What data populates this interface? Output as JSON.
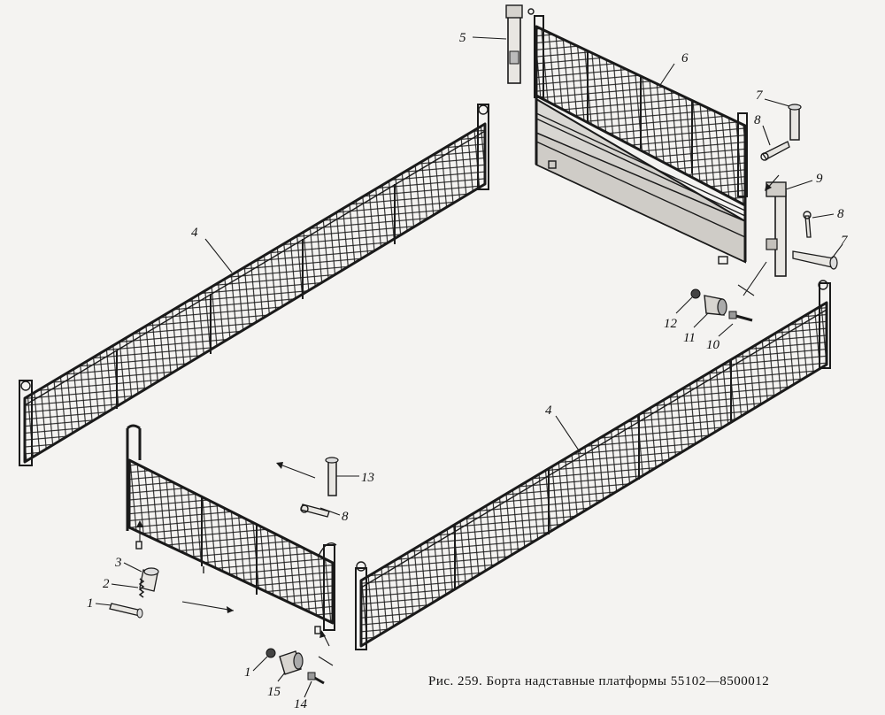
{
  "caption": "Рис. 259. Борта надставные платформы 55102—8500012",
  "labels": {
    "l1a": "1",
    "l1b": "1",
    "l2": "2",
    "l3": "3",
    "l4a": "4",
    "l4b": "4",
    "l5": "5",
    "l6": "6",
    "l7a": "7",
    "l7b": "7",
    "l8a": "8",
    "l8b": "8",
    "l8c": "8",
    "l9": "9",
    "l10": "10",
    "l11": "11",
    "l12": "12",
    "l13": "13",
    "l14": "14",
    "l15": "15"
  }
}
